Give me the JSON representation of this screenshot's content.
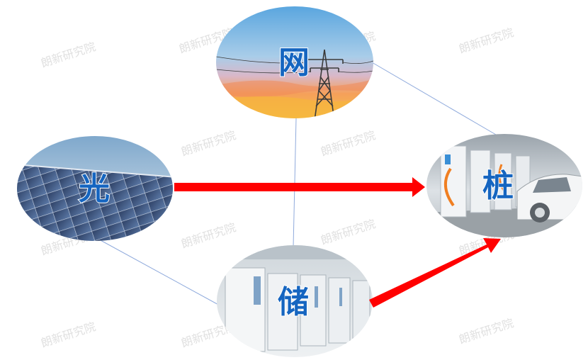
{
  "nodes": {
    "grid": {
      "label": "网"
    },
    "solar": {
      "label": "光"
    },
    "storage": {
      "label": "储"
    },
    "charger": {
      "label": "桩"
    }
  },
  "watermark": "朗新研究院",
  "colors": {
    "label": "#1565c0",
    "arrow": "#ff0000",
    "connector": "#8faadc"
  }
}
